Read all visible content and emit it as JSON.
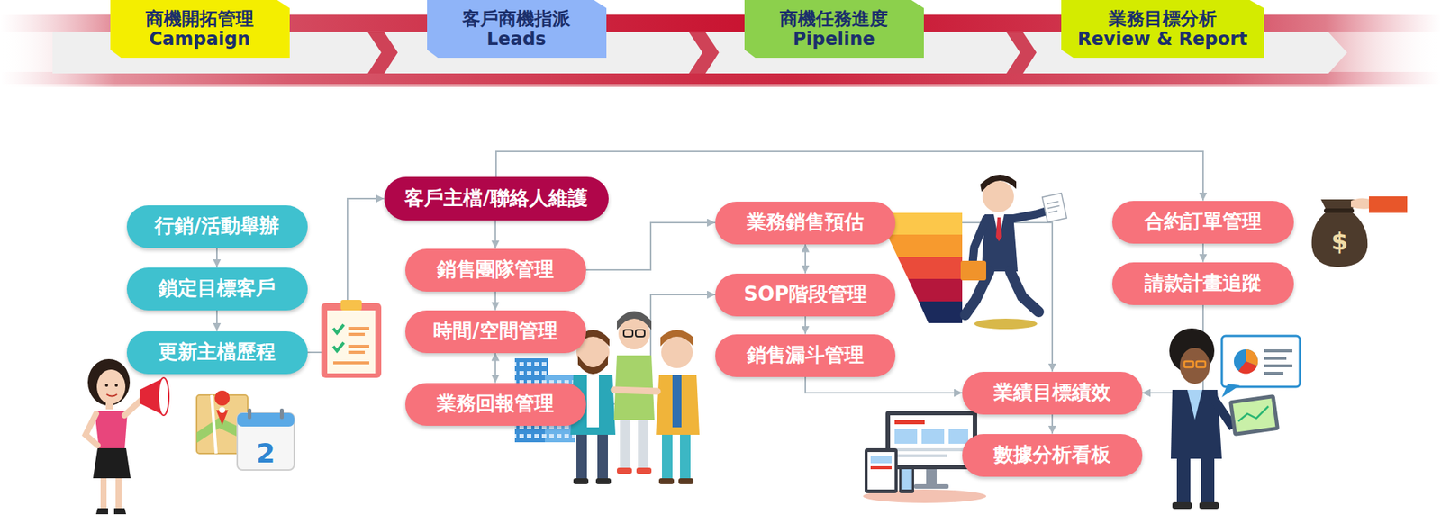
{
  "diagram": {
    "nodes": [
      {
        "text": [
          "商機開拓管理",
          "Campaign"
        ]
      },
      {
        "text": [
          "客戶商機指派",
          "Leads"
        ]
      },
      {
        "text": [
          "商機任務進度",
          "Pipeline"
        ]
      },
      {
        "text": [
          "業務目標分析",
          "Review & Report"
        ]
      },
      {
        "text": [
          "行銷/活動舉辦"
        ]
      },
      {
        "text": [
          "鎖定目標客戶"
        ]
      },
      {
        "text": [
          "更新主檔歷程"
        ]
      },
      {
        "text": [
          "客戶主檔/聯絡人維護"
        ]
      },
      {
        "text": [
          "銷售團隊管理"
        ]
      },
      {
        "text": [
          "時間/空間管理"
        ]
      },
      {
        "text": [
          "業務回報管理"
        ]
      },
      {
        "text": [
          "業務銷售預估"
        ]
      },
      {
        "text": [
          "SOP階段管理"
        ]
      },
      {
        "text": [
          "銷售漏斗管理"
        ]
      },
      {
        "text": [
          "合約訂單管理"
        ]
      },
      {
        "text": [
          "請款計畫追蹤"
        ]
      },
      {
        "text": [
          "業績目標績效"
        ]
      },
      {
        "text": [
          "數據分析看板"
        ]
      }
    ],
    "edges": [
      {
        "from": 4,
        "to": 5,
        "arrow": "to"
      },
      {
        "from": 5,
        "to": 6,
        "arrow": "to"
      },
      {
        "from": 6,
        "to": 7,
        "arrow": "to"
      },
      {
        "from": 7,
        "to": 8,
        "arrow": "to"
      },
      {
        "from": 8,
        "to": 9,
        "arrow": "to"
      },
      {
        "from": 9,
        "to": 10,
        "arrow": "both"
      },
      {
        "from": 7,
        "to": 14,
        "arrow": "to"
      },
      {
        "from": 8,
        "to": 11,
        "arrow": "to"
      },
      {
        "from": 10,
        "to": 12,
        "arrow": "to"
      },
      {
        "from": 11,
        "to": 12,
        "arrow": "both"
      },
      {
        "from": 12,
        "to": 13,
        "arrow": "to"
      },
      {
        "from": 11,
        "to": 16,
        "arrow": "to"
      },
      {
        "from": 13,
        "to": 16,
        "arrow": "to"
      },
      {
        "from": 14,
        "to": 15,
        "arrow": "to"
      },
      {
        "from": 15,
        "to": 16,
        "arrow": "to"
      },
      {
        "from": 16,
        "to": 17,
        "arrow": "to"
      }
    ],
    "labels": [
      "2",
      "$"
    ]
  }
}
